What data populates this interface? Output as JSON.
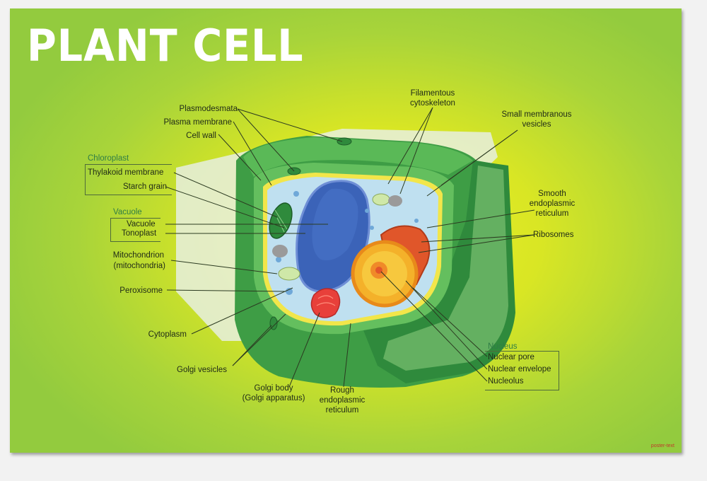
{
  "title": "PLANT CELL",
  "labels": {
    "plasmodesmata": "Plasmodesmata",
    "plasma_membrane": "Plasma membrane",
    "cell_wall": "Cell wall",
    "chloroplast": "Chloroplast",
    "thylakoid_membrane": "Thylakoid membrane",
    "starch_grain": "Starch grain",
    "vacuole_group": "Vacuole",
    "vacuole": "Vacuole",
    "tonoplast": "Tonoplast",
    "mitochondrion_1": "Mitochondrion",
    "mitochondrion_2": "(mitochondria)",
    "peroxisome": "Peroxisome",
    "cytoplasm": "Cytoplasm",
    "golgi_vesicles": "Golgi vesicles",
    "golgi_body_1": "Golgi body",
    "golgi_body_2": "(Golgi apparatus)",
    "rough_er_1": "Rough",
    "rough_er_2": "endoplasmic",
    "rough_er_3": "reticulum",
    "filamentous_1": "Filamentous",
    "filamentous_2": "cytoskeleton",
    "small_vesicles_1": "Small membranous",
    "small_vesicles_2": "vesicles",
    "smooth_er_1": "Smooth",
    "smooth_er_2": "endoplasmic",
    "smooth_er_3": "reticulum",
    "ribosomes": "Ribosomes",
    "nucleus": "Nucleus",
    "nuclear_pore": "Nuclear pore",
    "nuclear_envelope": "Nuclear envelope",
    "nucleolus": "Nucleolus"
  },
  "credit": "poster-text",
  "colors": {
    "background": "#c9e02a",
    "cell_wall": "#4aa84a",
    "cytoplasm": "#bfe0f0",
    "vacuole": "#3b63b8",
    "nucleus": "#f4b12a",
    "golgi": "#e8403a"
  }
}
